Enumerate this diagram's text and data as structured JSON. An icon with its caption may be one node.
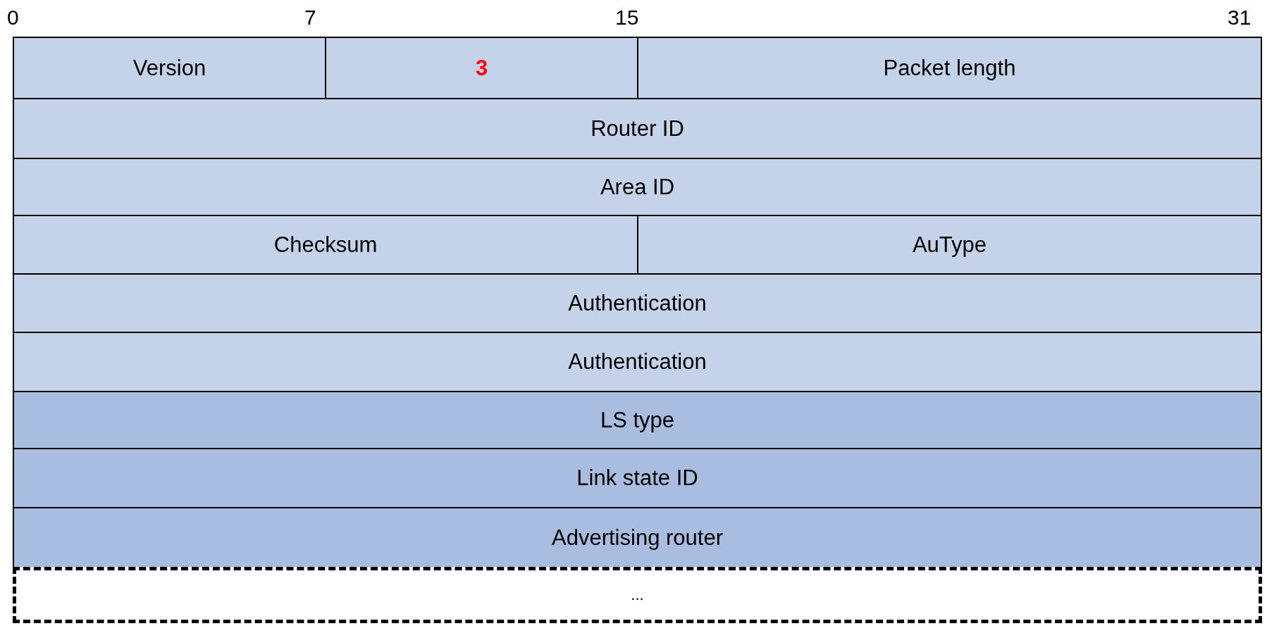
{
  "diagram": {
    "nodes": [
      {
        "text": [
          "Version"
        ]
      },
      {
        "text": [
          "3"
        ]
      },
      {
        "text": [
          "Packet length"
        ]
      },
      {
        "text": [
          "Router ID"
        ]
      },
      {
        "text": [
          "Area ID"
        ]
      },
      {
        "text": [
          "Checksum"
        ]
      },
      {
        "text": [
          "AuType"
        ]
      },
      {
        "text": [
          "Authentication"
        ]
      },
      {
        "text": [
          "Authentication"
        ]
      },
      {
        "text": [
          "LS type"
        ]
      },
      {
        "text": [
          "Link state ID"
        ]
      },
      {
        "text": [
          "Advertising router"
        ]
      },
      {
        "text": [
          "..."
        ]
      }
    ],
    "edges": [],
    "labels": [
      "0",
      "7",
      "15",
      "31"
    ]
  }
}
